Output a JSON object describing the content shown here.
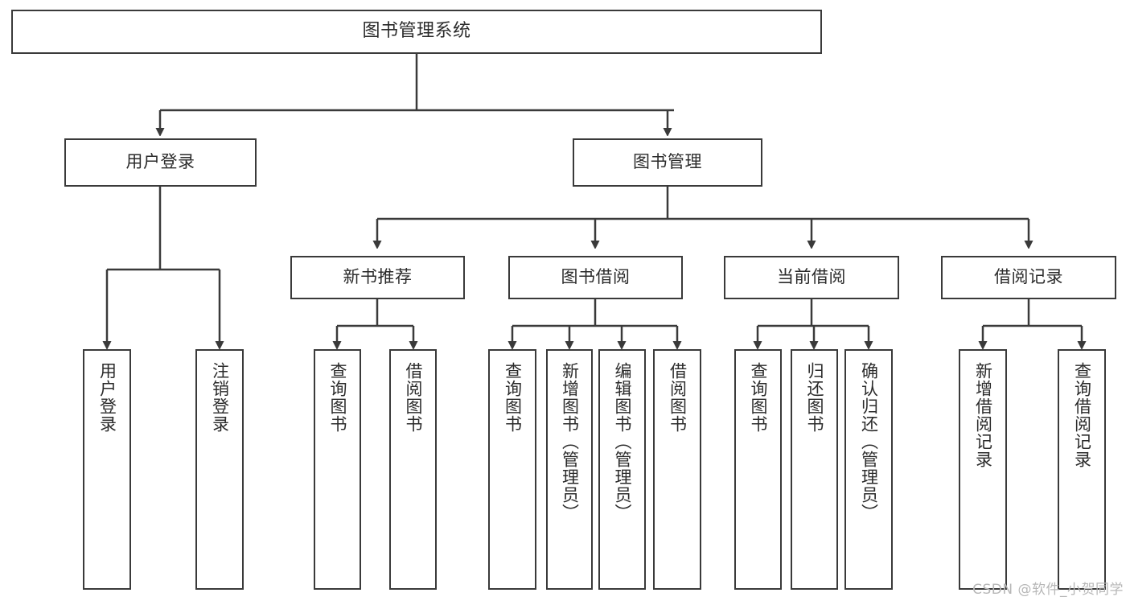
{
  "diagram": {
    "title": "图书管理系统",
    "type": "tree-hierarchy-flowchart",
    "colors": {
      "background": "#ffffff",
      "box_border": "#3a3a3a",
      "box_fill": "#ffffff",
      "text": "#2b2b2b",
      "connector": "#3a3a3a",
      "watermark": "#b7b7b7"
    },
    "root": {
      "label": "图书管理系统"
    },
    "level2": [
      {
        "id": "user-login",
        "label": "用户登录"
      },
      {
        "id": "book-manage",
        "label": "图书管理"
      }
    ],
    "level3": [
      {
        "id": "new-book-recommend",
        "label": "新书推荐"
      },
      {
        "id": "book-borrow",
        "label": "图书借阅"
      },
      {
        "id": "current-borrow",
        "label": "当前借阅"
      },
      {
        "id": "borrow-record",
        "label": "借阅记录"
      }
    ],
    "leaves": {
      "user_login": [
        {
          "id": "leaf-user-login",
          "label": "用户登录"
        },
        {
          "id": "leaf-logout-login",
          "label": "注销登录"
        }
      ],
      "new_book_recommend": [
        {
          "id": "leaf-query-book-1",
          "label": "查询图书"
        },
        {
          "id": "leaf-borrow-book-1",
          "label": "借阅图书"
        }
      ],
      "book_borrow": [
        {
          "id": "leaf-query-book-2",
          "label": "查询图书"
        },
        {
          "id": "leaf-add-book",
          "label": "新增图书（管理员）"
        },
        {
          "id": "leaf-edit-book",
          "label": "编辑图书（管理员）"
        },
        {
          "id": "leaf-borrow-book-2",
          "label": "借阅图书"
        }
      ],
      "current_borrow": [
        {
          "id": "leaf-query-book-3",
          "label": "查询图书"
        },
        {
          "id": "leaf-return-book",
          "label": "归还图书"
        },
        {
          "id": "leaf-confirm-return",
          "label": "确认归还（管理员）"
        }
      ],
      "borrow_record": [
        {
          "id": "leaf-add-record",
          "label": "新增借阅记录"
        },
        {
          "id": "leaf-query-record",
          "label": "查询借阅记录"
        }
      ]
    },
    "watermark": "CSDN @软件_小贺同学"
  }
}
